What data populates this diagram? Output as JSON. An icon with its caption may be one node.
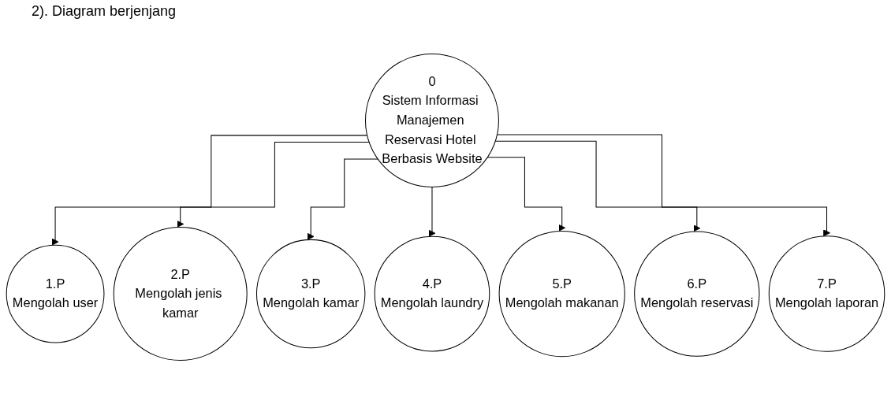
{
  "diagram": {
    "title": "2). Diagram berjenjang",
    "nodes": [
      {
        "text": [
          "0",
          "Sistem Informasi Manajemen Reservasi Hotel Berbasis Website"
        ]
      },
      {
        "text": [
          "1.P",
          "Mengolah user"
        ]
      },
      {
        "text": [
          "2.P",
          "Mengolah jenis kamar"
        ]
      },
      {
        "text": [
          "3.P",
          "Mengolah kamar"
        ]
      },
      {
        "text": [
          "4.P",
          "Mengolah laundry"
        ]
      },
      {
        "text": [
          "5.P",
          "Mengolah makanan"
        ]
      },
      {
        "text": [
          "6.P",
          "Mengolah reservasi"
        ]
      },
      {
        "text": [
          "7.P",
          "Mengolah laporan"
        ]
      }
    ],
    "edges": [
      {
        "from": 0,
        "to": 1,
        "arrow": "to"
      },
      {
        "from": 0,
        "to": 2,
        "arrow": "to"
      },
      {
        "from": 0,
        "to": 3,
        "arrow": "to"
      },
      {
        "from": 0,
        "to": 4,
        "arrow": "to"
      },
      {
        "from": 0,
        "to": 5,
        "arrow": "to"
      },
      {
        "from": 0,
        "to": 6,
        "arrow": "to"
      },
      {
        "from": 0,
        "to": 7,
        "arrow": "to"
      }
    ]
  }
}
